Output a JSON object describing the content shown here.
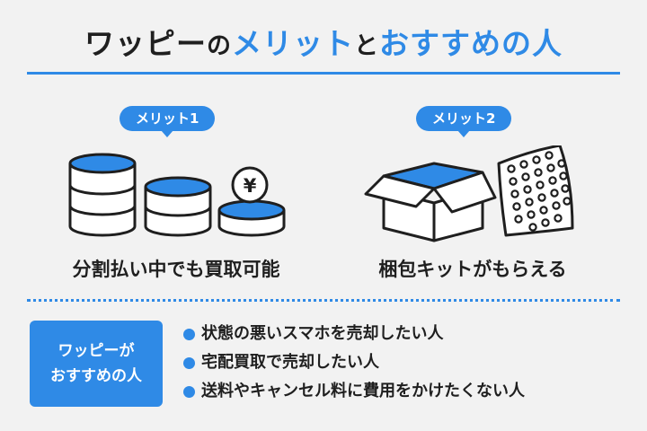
{
  "header": {
    "title_part1": "ワッピー",
    "title_part2": "の",
    "title_part3": "メリット",
    "title_part4": "と",
    "title_part5": "おすすめの人"
  },
  "merits": [
    {
      "badge": "メリット1",
      "caption": "分割払い中でも買取可能",
      "icon": "coin-stack-icon",
      "symbol": "¥"
    },
    {
      "badge": "メリット2",
      "caption": "梱包キットがもらえる",
      "icon": "packing-box-icon"
    }
  ],
  "recommend": {
    "label_line1": "ワッピーが",
    "label_line2": "おすすめの人",
    "items": [
      "状態の悪いスマホを売却したい人",
      "宅配買取で売却したい人",
      "送料やキャンセル料に費用をかけたくない人"
    ]
  },
  "colors": {
    "accent": "#2f8ae6",
    "background": "#f2f2f2",
    "text": "#1f1f1f"
  }
}
